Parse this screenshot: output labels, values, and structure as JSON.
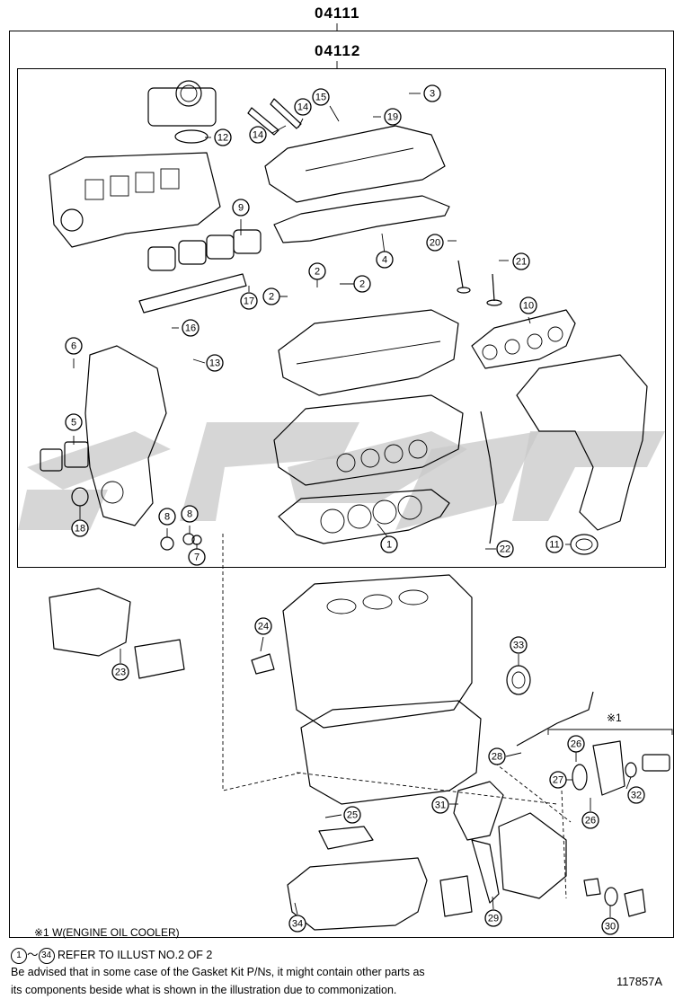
{
  "kit_labels": {
    "outer": "04111",
    "inner": "04112"
  },
  "callouts": [
    {
      "n": "1"
    },
    {
      "n": "2"
    },
    {
      "n": "2"
    },
    {
      "n": "2"
    },
    {
      "n": "3"
    },
    {
      "n": "4"
    },
    {
      "n": "5"
    },
    {
      "n": "6"
    },
    {
      "n": "7"
    },
    {
      "n": "8"
    },
    {
      "n": "8"
    },
    {
      "n": "9"
    },
    {
      "n": "10"
    },
    {
      "n": "11"
    },
    {
      "n": "12"
    },
    {
      "n": "13"
    },
    {
      "n": "14"
    },
    {
      "n": "14"
    },
    {
      "n": "15"
    },
    {
      "n": "16"
    },
    {
      "n": "17"
    },
    {
      "n": "18"
    },
    {
      "n": "19"
    },
    {
      "n": "20"
    },
    {
      "n": "21"
    },
    {
      "n": "22"
    },
    {
      "n": "23"
    },
    {
      "n": "24"
    },
    {
      "n": "25"
    },
    {
      "n": "26"
    },
    {
      "n": "26"
    },
    {
      "n": "27"
    },
    {
      "n": "28"
    },
    {
      "n": "29"
    },
    {
      "n": "30"
    },
    {
      "n": "31"
    },
    {
      "n": "32"
    },
    {
      "n": "33"
    },
    {
      "n": "34"
    }
  ],
  "oil_cooler_mark": "※1",
  "footnote": "※1 W(ENGINE OIL COOLER)",
  "refer": {
    "from": "1",
    "tilde": "～",
    "to": "34",
    "text": "REFER TO ILLUST NO.2 OF 2"
  },
  "advisory": {
    "line1": "Be advised that in some case of the Gasket Kit P/Ns,  it might contain other parts as",
    "line2": "its components beside what is shown in the illustration due to commonization."
  },
  "illustration_id": "117857A"
}
